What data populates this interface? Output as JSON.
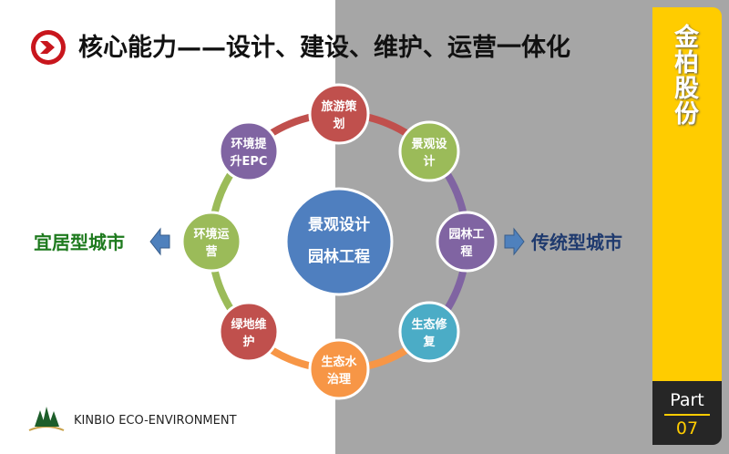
{
  "title": "核心能力——设计、建设、维护、运营一体化",
  "brand": "金柏股份",
  "part_label": "Part",
  "part_number": "07",
  "left_label": "宜居型城市",
  "right_label": "传统型城市",
  "center": {
    "line1": "景观设计",
    "line2": "园林工程",
    "color": "#4f7fbf"
  },
  "nodes": [
    {
      "line1": "旅游策",
      "line2": "划",
      "color": "#c0504d"
    },
    {
      "line1": "景观设",
      "line2": "计",
      "color": "#9bbb59"
    },
    {
      "line1": "园林工",
      "line2": "程",
      "color": "#8064a2"
    },
    {
      "line1": "生态修",
      "line2": "复",
      "color": "#4bacc6"
    },
    {
      "line1": "生态水",
      "line2": "治理",
      "color": "#f79646"
    },
    {
      "line1": "绿地维",
      "line2": "护",
      "color": "#c0504d"
    },
    {
      "line1": "环境运",
      "line2": "营",
      "color": "#9bbb59"
    },
    {
      "line1": "环境提",
      "line2": "升EPC",
      "color": "#8064a2"
    }
  ],
  "footer": {
    "company": "KINBIO ECO-ENVIRONMENT"
  }
}
